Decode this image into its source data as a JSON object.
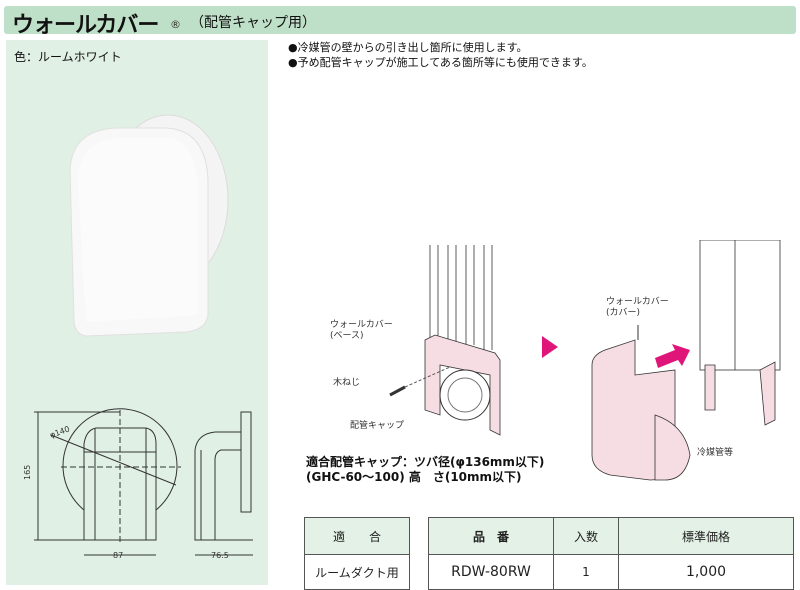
{
  "header": {
    "title": "ウォールカバー",
    "registered_mark": "®",
    "subtitle": "（配管キャップ用）"
  },
  "left_panel": {
    "color_label": "色：ルームホワイト",
    "dimensions": {
      "diameter": "φ140",
      "height": "165",
      "width": "87",
      "depth": "76.5"
    }
  },
  "bullets": [
    "●冷媒管の壁からの引き出し箇所に使用します。",
    "●予め配管キャップが施工してある箇所等にも使用できます。"
  ],
  "diagram": {
    "left_labels": {
      "base": "ウォールカバー",
      "base_sub": "(ベース)",
      "screw": "木ねじ",
      "cap": "配管キャップ"
    },
    "right_labels": {
      "cover": "ウォールカバー",
      "cover_sub": "(カバー)",
      "pipe": "冷媒管等"
    },
    "arrow_color": "#e0157a",
    "part_color": "#f5dde3"
  },
  "spec": {
    "line1": "適合配管キャップ：ツバ径(φ136mm以下)",
    "line2": "(GHC-60〜100)  高　さ(10mm以下)"
  },
  "table_fit": {
    "header": "適　　合",
    "value": "ルームダクト用"
  },
  "table_product": {
    "headers": [
      "品　番",
      "入数",
      "標準価格"
    ],
    "row": [
      "RDW-80RW",
      "1",
      "1,000"
    ]
  },
  "colors": {
    "title_bg": "#bfe0c8",
    "panel_bg": "#e1f0e4",
    "table_header_bg": "#e3f1e6"
  }
}
